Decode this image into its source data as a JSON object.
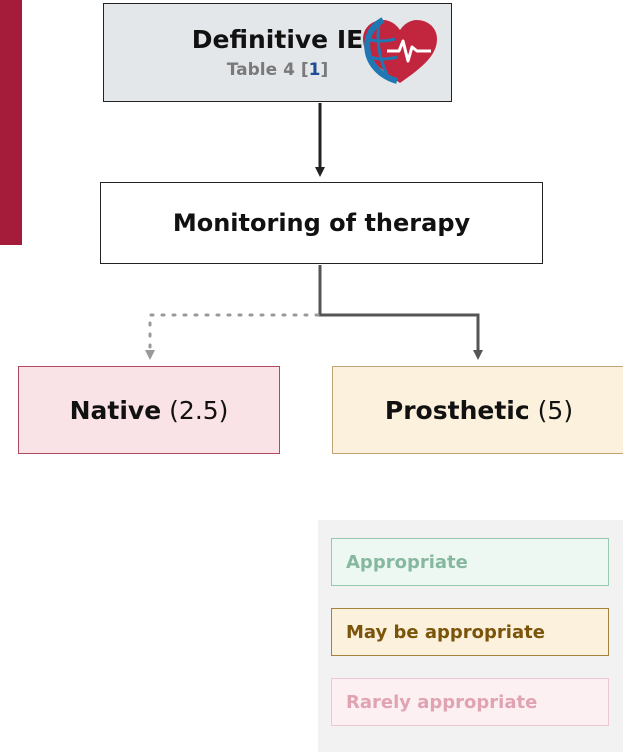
{
  "nodes": {
    "definitive": {
      "title": "Definitive IE",
      "ref_prefix": "Table 4 [",
      "ref_num": "1",
      "ref_suffix": "]"
    },
    "monitoring": {
      "label": "Monitoring of therapy"
    },
    "native": {
      "label": "Native",
      "score": "(2.5)"
    },
    "prosthetic": {
      "label": "Prosthetic",
      "score": "(5)"
    }
  },
  "legend": {
    "appropriate": "Appropriate",
    "may_be": "May be appropriate",
    "rarely": "Rarely appropriate"
  },
  "colors": {
    "accent_bar": "#a51c3a",
    "appropriate": "#86b8a0",
    "may_be": "#7a5408",
    "rarely": "#e0a3b2",
    "native_fill": "#fae3e7",
    "prosthetic_fill": "#fcf1dd"
  },
  "icons": {
    "logo": "globe-heart-icon"
  }
}
